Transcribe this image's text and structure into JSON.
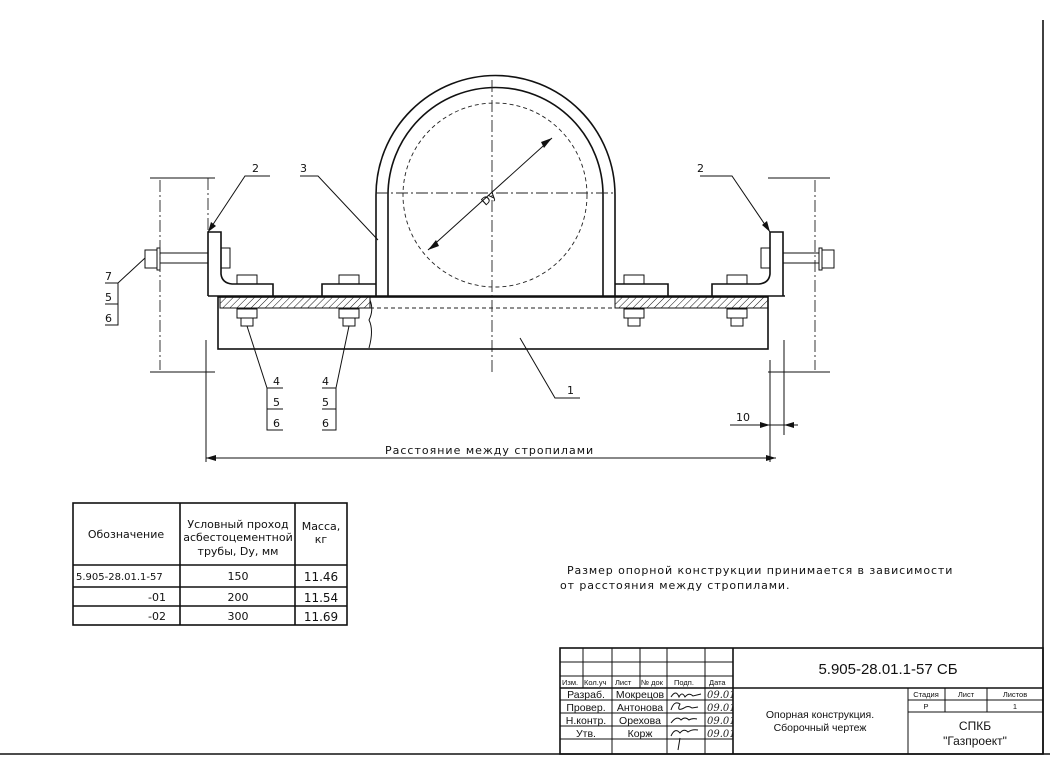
{
  "drawing": {
    "callouts": {
      "c1": "1",
      "c2_left": "2",
      "c2_right": "2",
      "c3": "3",
      "c7": "7",
      "c5a": "5",
      "c6a": "6",
      "c4b": "4",
      "c5b": "5",
      "c6b": "6",
      "c4c": "4",
      "c5c": "5",
      "c6c": "6"
    },
    "diameter_label": "Dy",
    "dimension_label": "Расстояние между стропилами",
    "dim_10": "10"
  },
  "table": {
    "headers": [
      "Обозначение",
      "Условный проход асбестоцементной трубы, Dy, мм",
      "Масса, кг"
    ],
    "header_lines": {
      "col1": "Обозначение",
      "col2": [
        "Условный проход",
        "асбестоцементной",
        "трубы, Dy, мм"
      ],
      "col3": [
        "Масса,",
        "кг"
      ]
    },
    "rows": [
      {
        "designation": "5.905-28.01.1-57",
        "dy": "150",
        "mass": "11.46"
      },
      {
        "designation": "-01",
        "dy": "200",
        "mass": "11.54"
      },
      {
        "designation": "-02",
        "dy": "300",
        "mass": "11.69"
      }
    ]
  },
  "note": {
    "line1": "Размер опорной конструкции принимается в зависимости",
    "line2": "от расстояния между стропилами."
  },
  "title_block": {
    "code": "5.905-28.01.1-57 СБ",
    "col_headers": [
      "Изм.",
      "Кол.уч",
      "Лист",
      "№ док",
      "Подп.",
      "Дата"
    ],
    "people": [
      {
        "role": "Разраб.",
        "name": "Мокрецов",
        "date": "09.01"
      },
      {
        "role": "Провер.",
        "name": "Антонова",
        "date": "09.01"
      },
      {
        "role": "Н.контр.",
        "name": "Орехова",
        "date": "09.01"
      },
      {
        "role": "Утв.",
        "name": "Корж",
        "date": "09.01"
      }
    ],
    "name_line1": "Опорная конструкция.",
    "name_line2": "Сборочный чертеж",
    "stage_header": "Стадия",
    "sheet_header": "Лист",
    "sheets_header": "Листов",
    "stage": "Р",
    "sheet": "",
    "sheets": "1",
    "org_line1": "СПКБ",
    "org_line2": "\"Газпроект\""
  }
}
